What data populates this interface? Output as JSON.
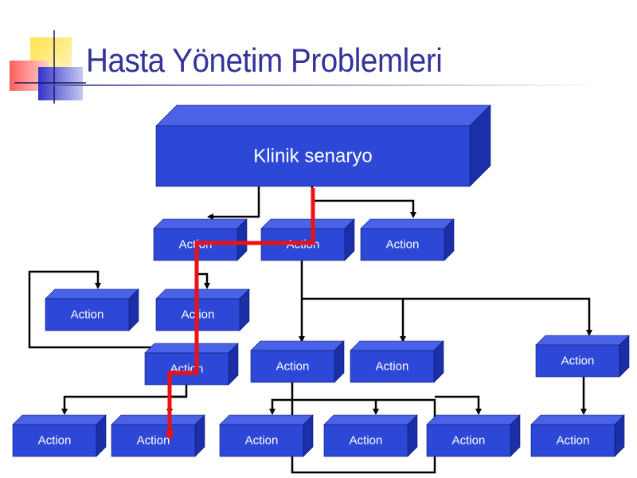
{
  "title": "Hasta Yönetim Problemleri",
  "colors": {
    "title": "#333399",
    "box_front": "#2d47d6",
    "box_top": "#4a62e8",
    "box_side": "#1a2fa8",
    "connector": "#000000",
    "highlight_path": "#ee1111"
  },
  "diagram": {
    "root": {
      "id": "root",
      "label": "Klinik senaryo"
    },
    "nodes": [
      {
        "id": "a1",
        "label": "Action"
      },
      {
        "id": "a2",
        "label": "Action"
      },
      {
        "id": "a3",
        "label": "Action"
      },
      {
        "id": "b1",
        "label": "Action"
      },
      {
        "id": "b2",
        "label": "Action"
      },
      {
        "id": "c1",
        "label": "Action"
      },
      {
        "id": "c2",
        "label": "Action"
      },
      {
        "id": "c3",
        "label": "Action"
      },
      {
        "id": "c4",
        "label": "Action"
      },
      {
        "id": "d1",
        "label": "Action"
      },
      {
        "id": "d2",
        "label": "Action"
      },
      {
        "id": "d3",
        "label": "Action"
      },
      {
        "id": "d4",
        "label": "Action"
      },
      {
        "id": "d5",
        "label": "Action"
      },
      {
        "id": "d6",
        "label": "Action"
      }
    ],
    "edges": [
      {
        "from": "root",
        "to": "a1"
      },
      {
        "from": "root",
        "to": "a3"
      },
      {
        "from": "a1",
        "to": "b2"
      },
      {
        "from": "c1",
        "to": "b1"
      },
      {
        "from": "a2",
        "to": "c2"
      },
      {
        "from": "a2",
        "to": "c3"
      },
      {
        "from": "a2",
        "to": "c4"
      },
      {
        "from": "c1",
        "to": "d1"
      },
      {
        "from": "c1",
        "to": "d2"
      },
      {
        "from": "c2",
        "to": "d3"
      },
      {
        "from": "c2",
        "to": "d4"
      },
      {
        "from": "c2",
        "to": "d5"
      },
      {
        "from": "c4",
        "to": "d6"
      }
    ],
    "highlighted_path": [
      "root",
      "a2",
      "a1",
      "c1",
      "d2"
    ]
  }
}
